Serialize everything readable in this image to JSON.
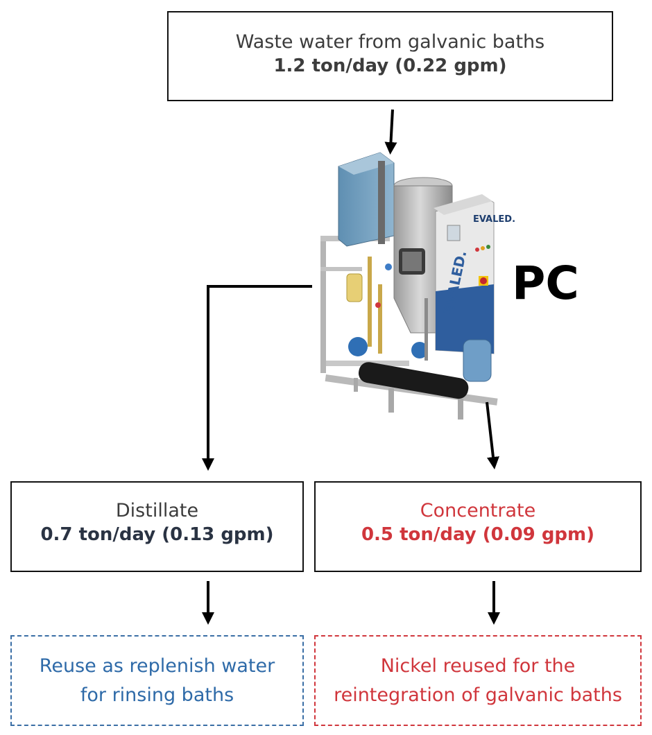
{
  "input": {
    "title": "Waste water from galvanic baths",
    "flow": "1.2 ton/day (0.22 gpm)"
  },
  "unit": {
    "label": "PC",
    "brand": "EVALED."
  },
  "distillate": {
    "title": "Distillate",
    "flow": "0.7 ton/day (0.13 gpm)"
  },
  "concentrate": {
    "title": "Concentrate",
    "flow": "0.5 ton/day (0.09 gpm)"
  },
  "outcomes": {
    "distillate_use": {
      "line1": "Reuse as replenish water",
      "line2": "for rinsing baths"
    },
    "concentrate_use": {
      "line1": "Nickel reused for the",
      "line2": "reintegration of galvanic baths"
    }
  },
  "colors": {
    "distillate_accent": "#2e6aa8",
    "concentrate_accent": "#d0363c",
    "evaled_blue": "#2f5e9e"
  }
}
